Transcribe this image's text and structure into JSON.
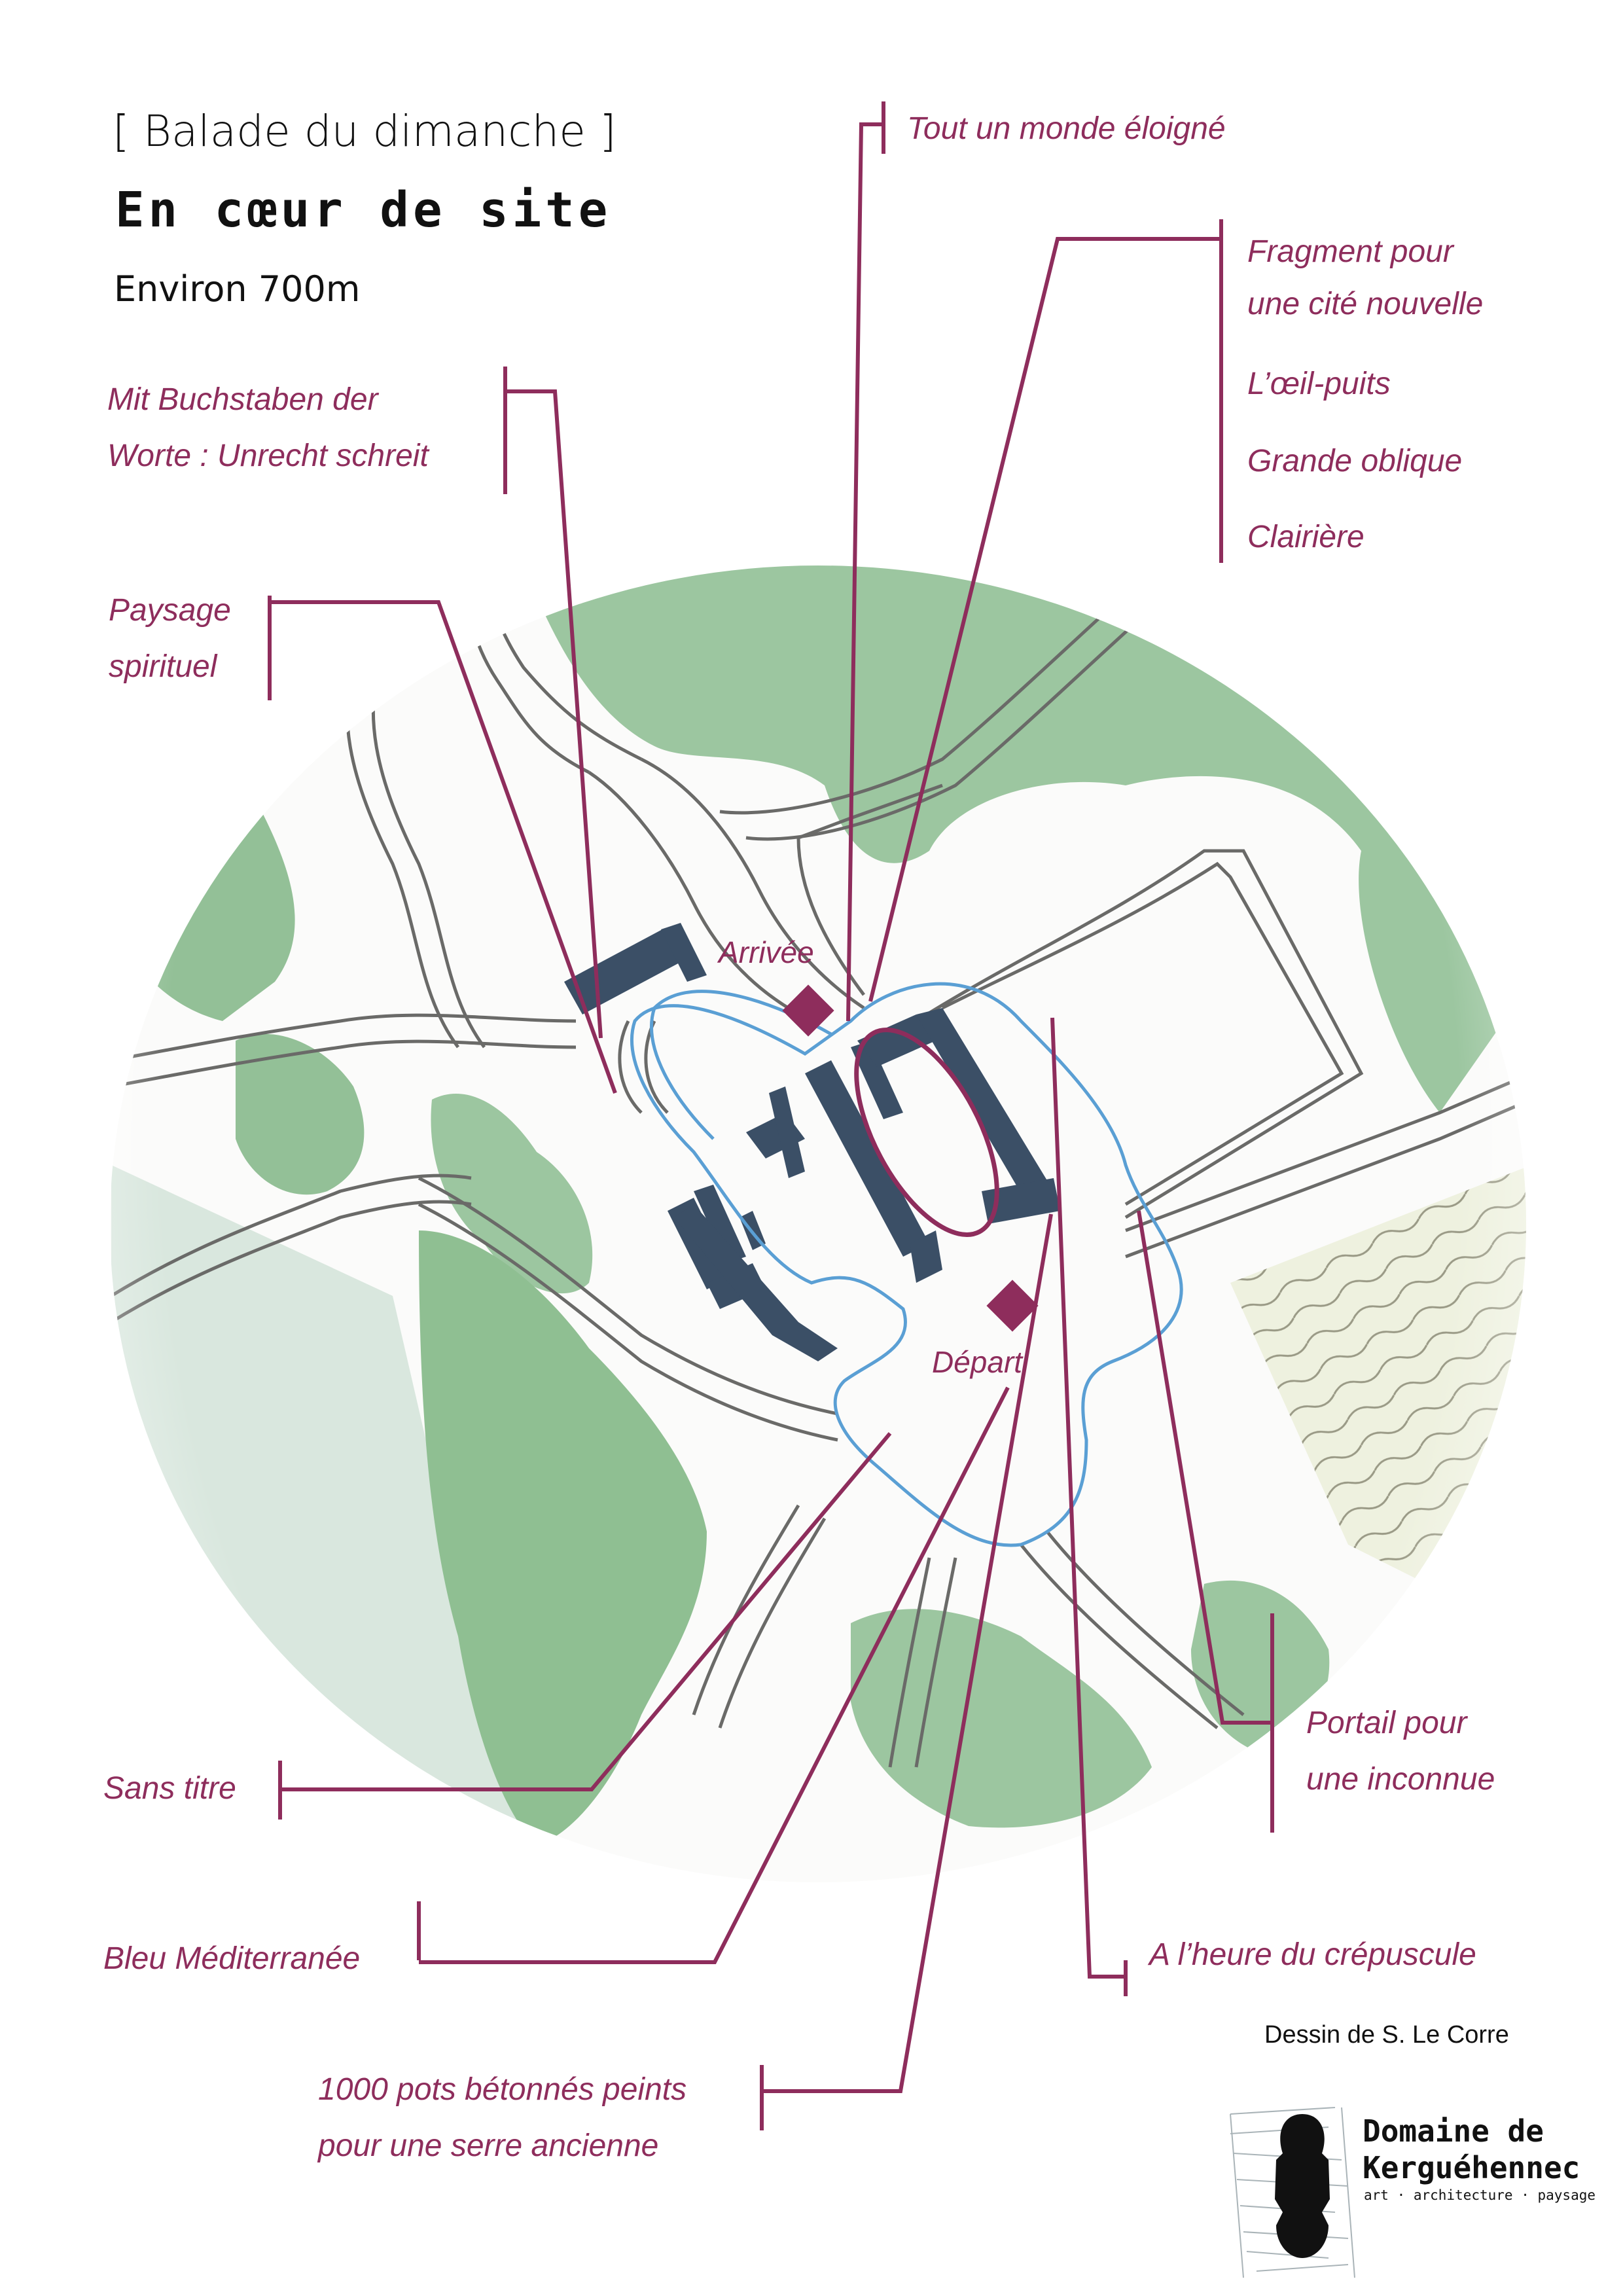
{
  "header": {
    "title": "[ Balade du dimanche ]",
    "heading": "En cœur de site",
    "distance": "Environ 700m"
  },
  "labels": {
    "tout_un_monde": "Tout un monde éloigné",
    "fragment_l1": "Fragment pour",
    "fragment_l2": "une cité nouvelle",
    "oeil_puits": "L’œil-puits",
    "grande_oblique": "Grande oblique",
    "clairiere": "Clairière",
    "mit_buchstaben_l1": "Mit Buchstaben der",
    "mit_buchstaben_l2": "Worte : Unrecht schreit",
    "paysage_l1": "Paysage",
    "paysage_l2": "spirituel",
    "sans_titre": "Sans titre",
    "bleu": "Bleu Méditerranée",
    "pots_l1": "1000 pots bétonnés peints",
    "pots_l2": "pour une serre ancienne",
    "portail_l1": "Portail pour",
    "portail_l2": "une inconnue",
    "crepuscule": "A l’heure du crépuscule"
  },
  "markers": {
    "arrivee": "Arrivée",
    "depart": "Départ"
  },
  "credit": "Dessin de S. Le Corre",
  "logo": {
    "name_l1": "Domaine de",
    "name_l2": "Kerguéhennec",
    "tagline": "art · architecture · paysage"
  },
  "colors": {
    "accent": "#8e2d5c",
    "route": "#5a9fd4",
    "forest": "#8fbf92",
    "building": "#3b4f66"
  }
}
